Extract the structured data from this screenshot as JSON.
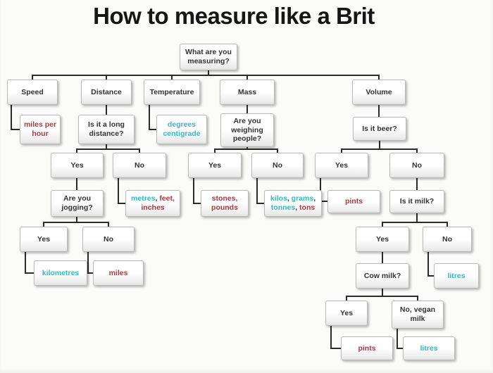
{
  "title": "How to measure like a Brit",
  "colors": {
    "red": "#a23b43",
    "teal": "#39b7bd",
    "ink": "#323232",
    "line": "#2b2b2b"
  },
  "nodes": {
    "root": {
      "label": "What are you measuring?"
    },
    "speed": {
      "label": "Speed"
    },
    "distance": {
      "label": "Distance"
    },
    "temperature": {
      "label": "Temperature"
    },
    "mass": {
      "label": "Mass"
    },
    "volume": {
      "label": "Volume"
    },
    "mph": {
      "label": "miles per hour",
      "color": "red"
    },
    "long_distance": {
      "label": "Is it a long distance?"
    },
    "centigrade": {
      "label": "degrees centigrade",
      "color": "teal"
    },
    "weighing": {
      "label": "Are you weighing people?"
    },
    "beer": {
      "label": "Is it beer?"
    },
    "ld_yes": {
      "label": "Yes"
    },
    "ld_no": {
      "label": "No"
    },
    "weigh_yes": {
      "label": "Yes"
    },
    "weigh_no": {
      "label": "No"
    },
    "beer_yes": {
      "label": "Yes"
    },
    "beer_no": {
      "label": "No"
    },
    "jogging": {
      "label": "Are you jogging?"
    },
    "metres_feet_inches": {
      "segments": [
        {
          "text": "metres",
          "color": "teal"
        },
        {
          "text": ", ",
          "color": "ink"
        },
        {
          "text": "feet, inches",
          "color": "red"
        }
      ]
    },
    "stones_pounds": {
      "label": "stones, pounds",
      "color": "red"
    },
    "kilos_grams": {
      "segments": [
        {
          "text": "kilos",
          "color": "teal"
        },
        {
          "text": ", ",
          "color": "ink"
        },
        {
          "text": "grams",
          "color": "teal"
        },
        {
          "text": ", ",
          "color": "ink"
        },
        {
          "text": "tonnes",
          "color": "teal"
        },
        {
          "text": ", ",
          "color": "ink"
        },
        {
          "text": "tons",
          "color": "red"
        }
      ]
    },
    "pints_beer": {
      "label": "pints",
      "color": "red"
    },
    "milk": {
      "label": "Is it milk?"
    },
    "jog_yes": {
      "label": "Yes"
    },
    "jog_no": {
      "label": "No"
    },
    "milk_yes": {
      "label": "Yes"
    },
    "milk_no": {
      "label": "No"
    },
    "kilometres": {
      "label": "kilometres",
      "color": "teal"
    },
    "miles": {
      "label": "miles",
      "color": "red"
    },
    "cow_milk": {
      "label": "Cow milk?"
    },
    "litres_not_milk": {
      "label": "litres",
      "color": "teal"
    },
    "cow_yes": {
      "label": "Yes"
    },
    "vegan": {
      "label": "No, vegan milk"
    },
    "pints_cow": {
      "label": "pints",
      "color": "red"
    },
    "litres_vegan": {
      "label": "litres",
      "color": "teal"
    }
  }
}
